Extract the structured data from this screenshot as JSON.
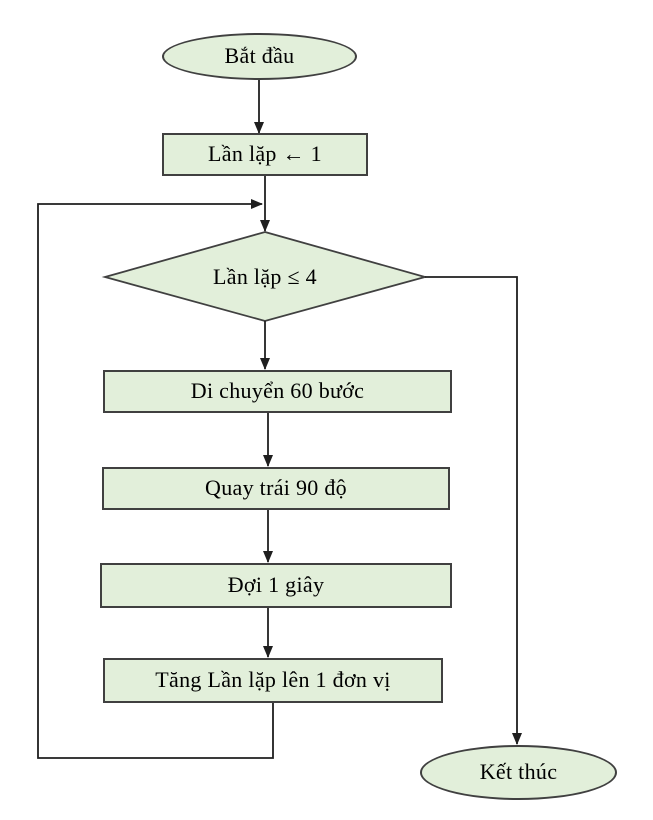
{
  "colors": {
    "node_fill": "#e2efda",
    "node_border": "#404040",
    "connector": "#1f1f1f",
    "text": "#000000",
    "background": "#ffffff"
  },
  "flowchart": {
    "type": "flowchart",
    "direction": "top-down",
    "nodes": [
      {
        "id": "start",
        "shape": "terminator-ellipse",
        "label": "Bắt đầu"
      },
      {
        "id": "init",
        "shape": "process-rect",
        "label": "Lần lặp ← 1"
      },
      {
        "id": "cond",
        "shape": "decision-diamond",
        "label": "Lần lặp ≤ 4"
      },
      {
        "id": "move",
        "shape": "process-rect",
        "label": "Di chuyển 60 bước"
      },
      {
        "id": "turn",
        "shape": "process-rect",
        "label": "Quay trái 90 độ"
      },
      {
        "id": "wait",
        "shape": "process-rect",
        "label": "Đợi 1 giây"
      },
      {
        "id": "inc",
        "shape": "process-rect",
        "label": "Tăng Lần lặp lên 1 đơn vị"
      },
      {
        "id": "end",
        "shape": "terminator-ellipse",
        "label": "Kết thúc"
      }
    ],
    "edges": [
      {
        "from": "start",
        "to": "init"
      },
      {
        "from": "init",
        "to": "cond"
      },
      {
        "from": "cond",
        "to": "move",
        "branch": "true"
      },
      {
        "from": "move",
        "to": "turn"
      },
      {
        "from": "turn",
        "to": "wait"
      },
      {
        "from": "wait",
        "to": "inc"
      },
      {
        "from": "inc",
        "to": "cond",
        "type": "loop-back"
      },
      {
        "from": "cond",
        "to": "end",
        "branch": "false"
      }
    ]
  }
}
